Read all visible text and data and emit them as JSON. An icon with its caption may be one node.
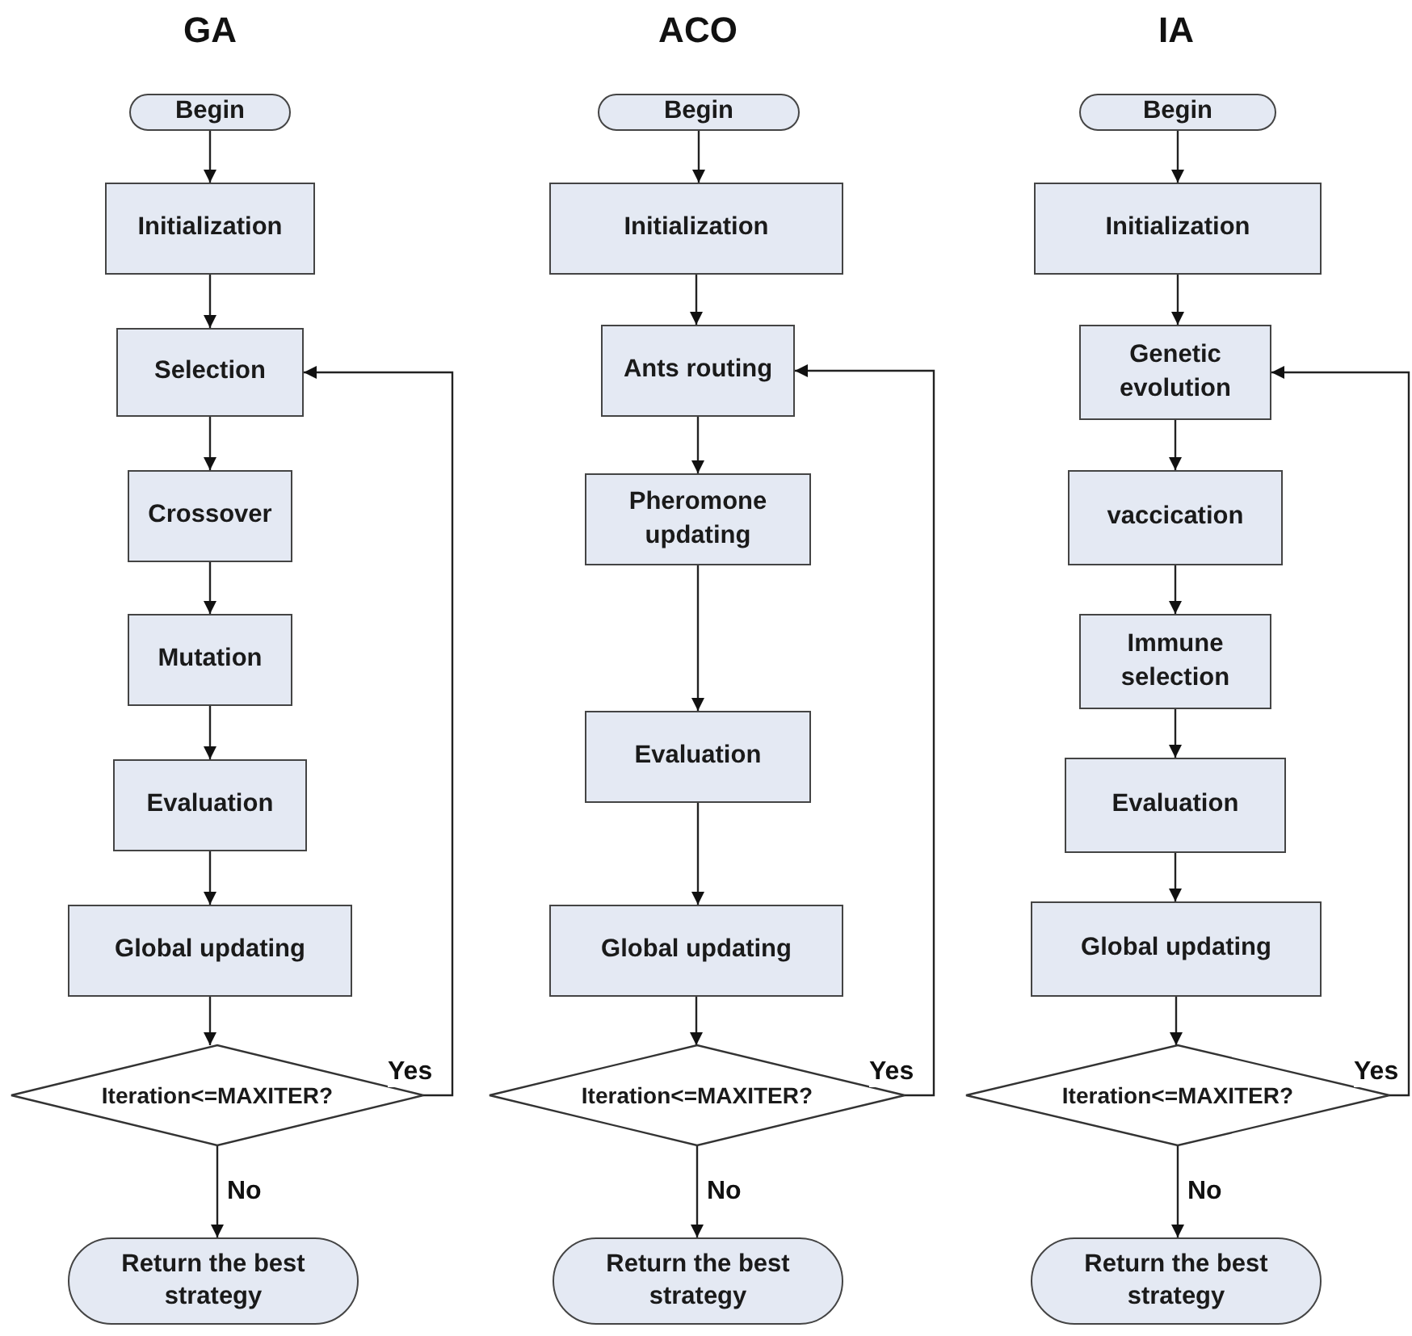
{
  "diagram": {
    "nodes": [
      {
        "text": [
          "Begin"
        ]
      },
      {
        "text": [
          "Initialization"
        ]
      },
      {
        "text": [
          "Selection"
        ]
      },
      {
        "text": [
          "Crossover"
        ]
      },
      {
        "text": [
          "Mutation"
        ]
      },
      {
        "text": [
          "Evaluation"
        ]
      },
      {
        "text": [
          "Global updating"
        ]
      },
      {
        "text": [
          "Iteration<=MAXITER?"
        ]
      },
      {
        "text": [
          "Return the best strategy"
        ]
      },
      {
        "text": [
          "Begin"
        ]
      },
      {
        "text": [
          "Initialization"
        ]
      },
      {
        "text": [
          "Ants routing"
        ]
      },
      {
        "text": [
          "Pheromone updating"
        ]
      },
      {
        "text": [
          "Evaluation"
        ]
      },
      {
        "text": [
          "Global updating"
        ]
      },
      {
        "text": [
          "Iteration<=MAXITER?"
        ]
      },
      {
        "text": [
          "Return the best strategy"
        ]
      },
      {
        "text": [
          "Begin"
        ]
      },
      {
        "text": [
          "Initialization"
        ]
      },
      {
        "text": [
          "Genetic evolution"
        ]
      },
      {
        "text": [
          "vaccication"
        ]
      },
      {
        "text": [
          "Immune selection"
        ]
      },
      {
        "text": [
          "Evaluation"
        ]
      },
      {
        "text": [
          "Global updating"
        ]
      },
      {
        "text": [
          "Iteration<=MAXITER?"
        ]
      },
      {
        "text": [
          "Return the best strategy"
        ]
      }
    ],
    "edges": [
      {
        "from": 0,
        "to": 1,
        "arrow": "to"
      },
      {
        "from": 1,
        "to": 2,
        "arrow": "to"
      },
      {
        "from": 2,
        "to": 3,
        "arrow": "to"
      },
      {
        "from": 3,
        "to": 4,
        "arrow": "to"
      },
      {
        "from": 4,
        "to": 5,
        "arrow": "to"
      },
      {
        "from": 5,
        "to": 6,
        "arrow": "to"
      },
      {
        "from": 6,
        "to": 7,
        "arrow": "to"
      },
      {
        "from": 7,
        "to": 2,
        "arrow": "to",
        "label": "Yes"
      },
      {
        "from": 7,
        "to": 8,
        "arrow": "to",
        "label": "No"
      },
      {
        "from": 9,
        "to": 10,
        "arrow": "to"
      },
      {
        "from": 10,
        "to": 11,
        "arrow": "to"
      },
      {
        "from": 11,
        "to": 12,
        "arrow": "to"
      },
      {
        "from": 12,
        "to": 13,
        "arrow": "to"
      },
      {
        "from": 13,
        "to": 14,
        "arrow": "to"
      },
      {
        "from": 14,
        "to": 15,
        "arrow": "to"
      },
      {
        "from": 15,
        "to": 11,
        "arrow": "to",
        "label": "Yes"
      },
      {
        "from": 15,
        "to": 16,
        "arrow": "to",
        "label": "No"
      },
      {
        "from": 17,
        "to": 18,
        "arrow": "to"
      },
      {
        "from": 18,
        "to": 19,
        "arrow": "to"
      },
      {
        "from": 19,
        "to": 20,
        "arrow": "to"
      },
      {
        "from": 20,
        "to": 21,
        "arrow": "to"
      },
      {
        "from": 21,
        "to": 22,
        "arrow": "to"
      },
      {
        "from": 22,
        "to": 23,
        "arrow": "to"
      },
      {
        "from": 23,
        "to": 24,
        "arrow": "to"
      },
      {
        "from": 24,
        "to": 19,
        "arrow": "to",
        "label": "Yes"
      },
      {
        "from": 24,
        "to": 25,
        "arrow": "to",
        "label": "No"
      }
    ],
    "labels": [
      "GA",
      "ACO",
      "IA"
    ]
  }
}
